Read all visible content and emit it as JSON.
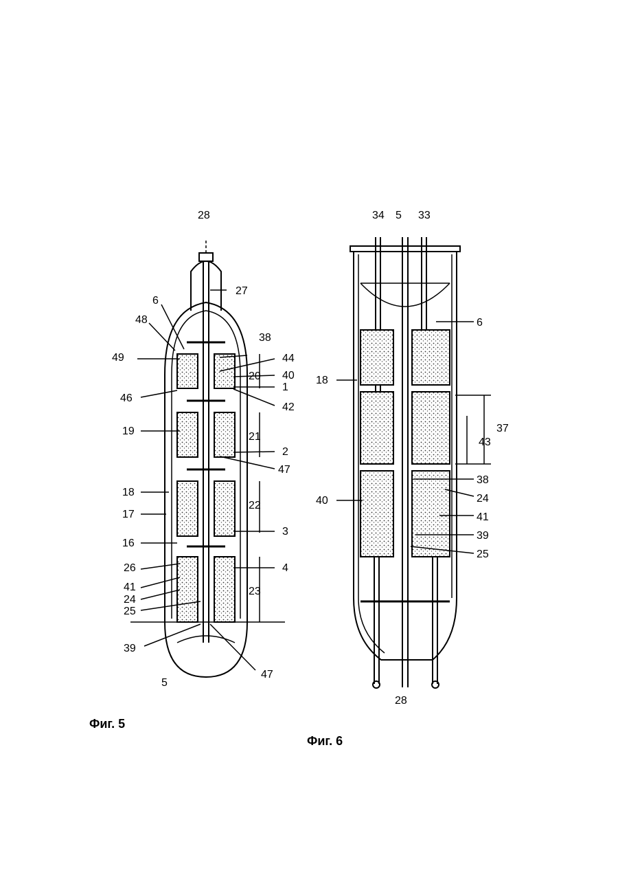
{
  "figures": [
    {
      "caption": "Фиг. 5",
      "labels": [
        "28",
        "27",
        "6",
        "48",
        "38",
        "49",
        "44",
        "40",
        "20",
        "1",
        "46",
        "42",
        "19",
        "21",
        "2",
        "47",
        "18",
        "22",
        "17",
        "3",
        "16",
        "26",
        "4",
        "41",
        "23",
        "24",
        "25",
        "39",
        "5"
      ]
    },
    {
      "caption": "Фиг. 6",
      "labels": [
        "34",
        "5",
        "33",
        "6",
        "18",
        "37",
        "43",
        "38",
        "40",
        "24",
        "41",
        "39",
        "25",
        "28"
      ]
    }
  ],
  "colors": {
    "ink": "#000000",
    "fill_stipple": "#d8d8d8",
    "background": "#ffffff"
  }
}
